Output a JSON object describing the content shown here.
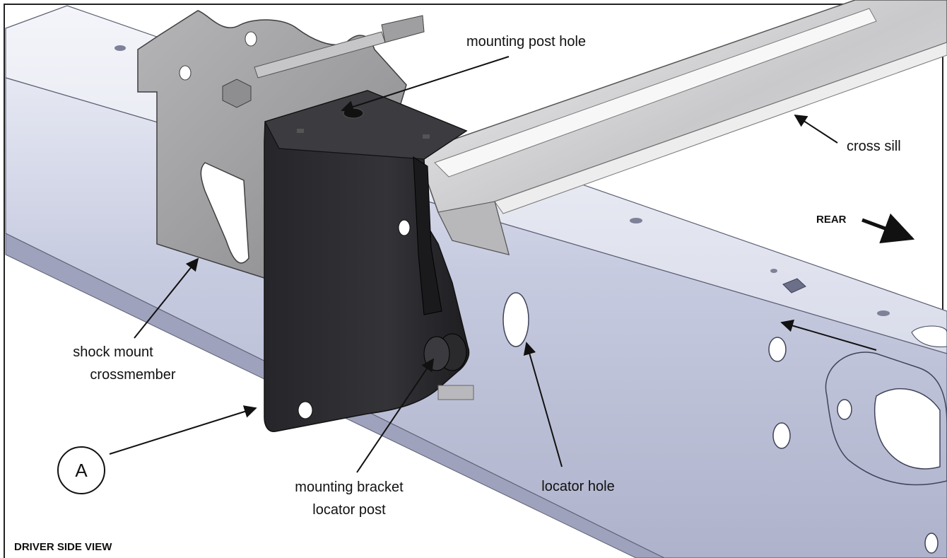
{
  "labels": {
    "mounting_post_hole": "mounting post hole",
    "cross_sill": "cross sill",
    "rear": "REAR",
    "shock_mount_line1": "shock mount",
    "shock_mount_line2": "crossmember",
    "bracket_line1": "mounting bracket",
    "bracket_line2": "locator post",
    "locator_hole": "locator hole",
    "callout_a": "A",
    "view_title": "DRIVER SIDE VIEW"
  },
  "colors": {
    "frame_rail": "#c4c8de",
    "frame_rail_dark": "#a9adc6",
    "bracket": "#2b2b2e",
    "crossmember": "#9a9a9c",
    "cross_sill": "#d3d3d6",
    "border": "#222222"
  }
}
